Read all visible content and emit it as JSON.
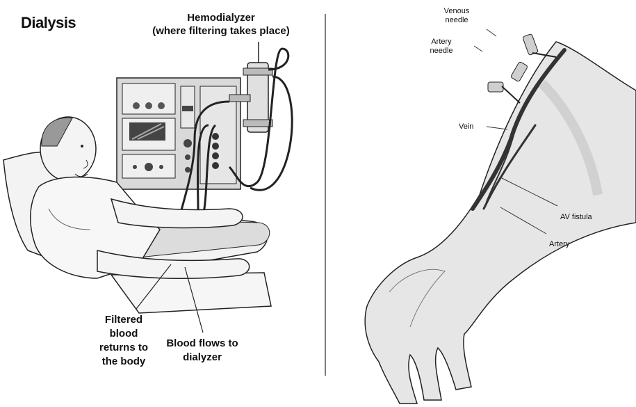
{
  "left_panel": {
    "title": "Dialysis",
    "hemodialyzer_label": [
      "Hemodialyzer",
      "(where filtering takes place)"
    ],
    "filtered_label": [
      "Filtered",
      "blood",
      "returns to",
      "the body"
    ],
    "flows_label": [
      "Blood flows to",
      "dialyzer"
    ]
  },
  "right_panel": {
    "venous_needle_label": [
      "Venous",
      "needle"
    ],
    "artery_needle_label": [
      "Artery",
      "needle"
    ],
    "vein_label": "Vein",
    "av_fistula_label": "AV fistula",
    "artery_label": "Artery"
  },
  "colors": {
    "ink": "#111111",
    "shade": "#cfcfcf",
    "skin": "#e4e4e4"
  }
}
